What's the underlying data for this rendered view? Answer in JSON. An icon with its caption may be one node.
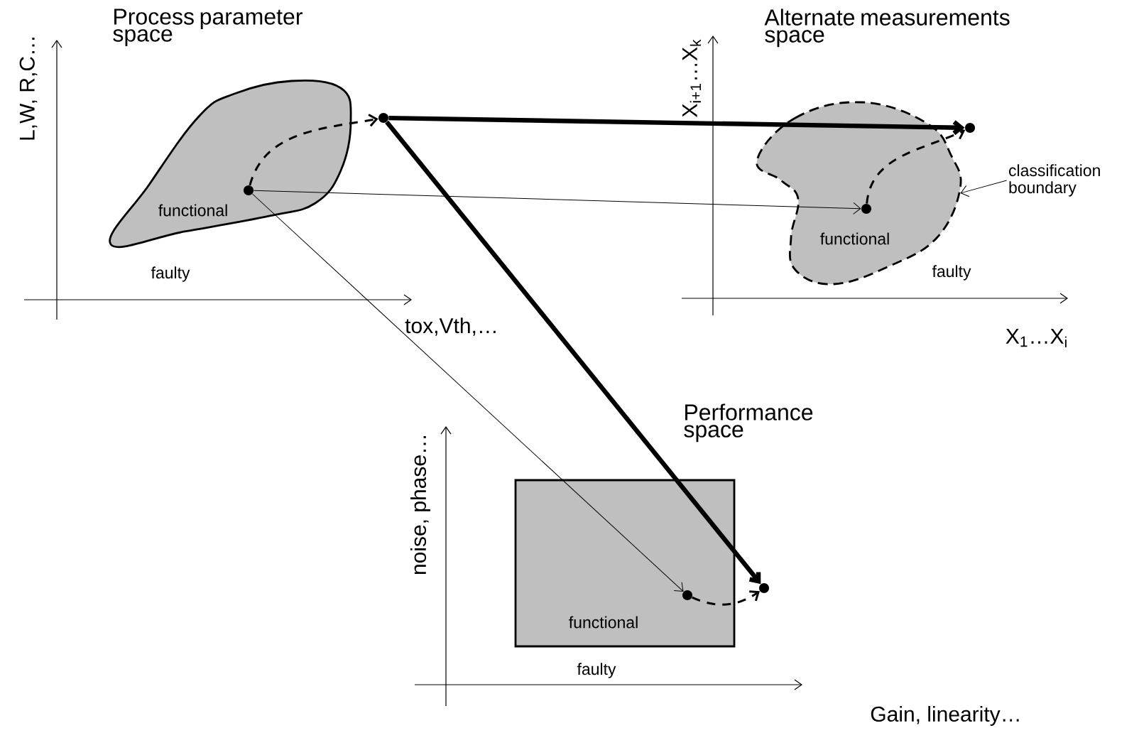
{
  "diagram": {
    "nodes": [
      {
        "text": [
          "functional"
        ]
      },
      {
        "text": [],
        "shape": "circle",
        "in": 0
      },
      {
        "text": [],
        "shape": "circle"
      },
      {
        "text": [
          "functional"
        ]
      },
      {
        "text": [],
        "shape": "circle",
        "in": 3
      },
      {
        "text": [],
        "shape": "circle"
      },
      {
        "text": [
          "functional"
        ]
      },
      {
        "text": [],
        "shape": "circle",
        "in": 6
      },
      {
        "text": [],
        "shape": "circle"
      },
      {
        "text": [
          "classification boundary"
        ]
      }
    ],
    "edges": [
      {
        "from": 1,
        "to": 2,
        "arrow": "to",
        "style": "dashed"
      },
      {
        "from": 2,
        "to": 5,
        "arrow": "to",
        "style": "thick"
      },
      {
        "from": 1,
        "to": 4,
        "arrow": "to"
      },
      {
        "from": 4,
        "to": 5,
        "arrow": "to",
        "style": "dashed"
      },
      {
        "from": 2,
        "to": 8,
        "arrow": "to",
        "style": "thick"
      },
      {
        "from": 1,
        "to": 7,
        "arrow": "to"
      },
      {
        "from": 7,
        "to": 8,
        "arrow": "to",
        "style": "dashed"
      },
      {
        "from": 9,
        "to": 3,
        "arrow": "to"
      }
    ],
    "labels": [
      "Process parameter space",
      "Alternate measurements space",
      "L,W, R,C…",
      "X$_{i+1}$…X$_{k}$",
      "faulty",
      "faulty",
      "tox,Vth,…",
      "X$_{1}$…X$_{i}$",
      "Performance space",
      "noise, phase…",
      "faulty",
      "Gain, linearity…"
    ]
  }
}
